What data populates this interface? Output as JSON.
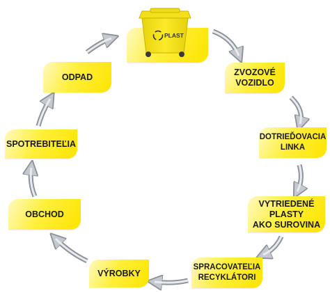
{
  "bin": {
    "label": "PLAST"
  },
  "steps": {
    "zvozove_vozidlo": "ZVOZOVÉ\nVOZIDLO",
    "dotriedovacia_linka": "DOTRIEĎOVACIA\nLINKA",
    "vytriedene_plasty": "VYTRIEDENÉ\nPLASTY\nAKO SUROVINA",
    "spracovatelia": "SPRACOVATEĽIA\nRECYKLÁTORI",
    "vyrobky": "VÝROBKY",
    "obchod": "OBCHOD",
    "spotrebitelia": "SPOTREBITEĽIA",
    "odpad": "ODPAD"
  },
  "colors": {
    "box_yellow": "#ffec1f",
    "arrow_gray": "#9aa0a8",
    "bin_yellow": "#f7e41c"
  }
}
